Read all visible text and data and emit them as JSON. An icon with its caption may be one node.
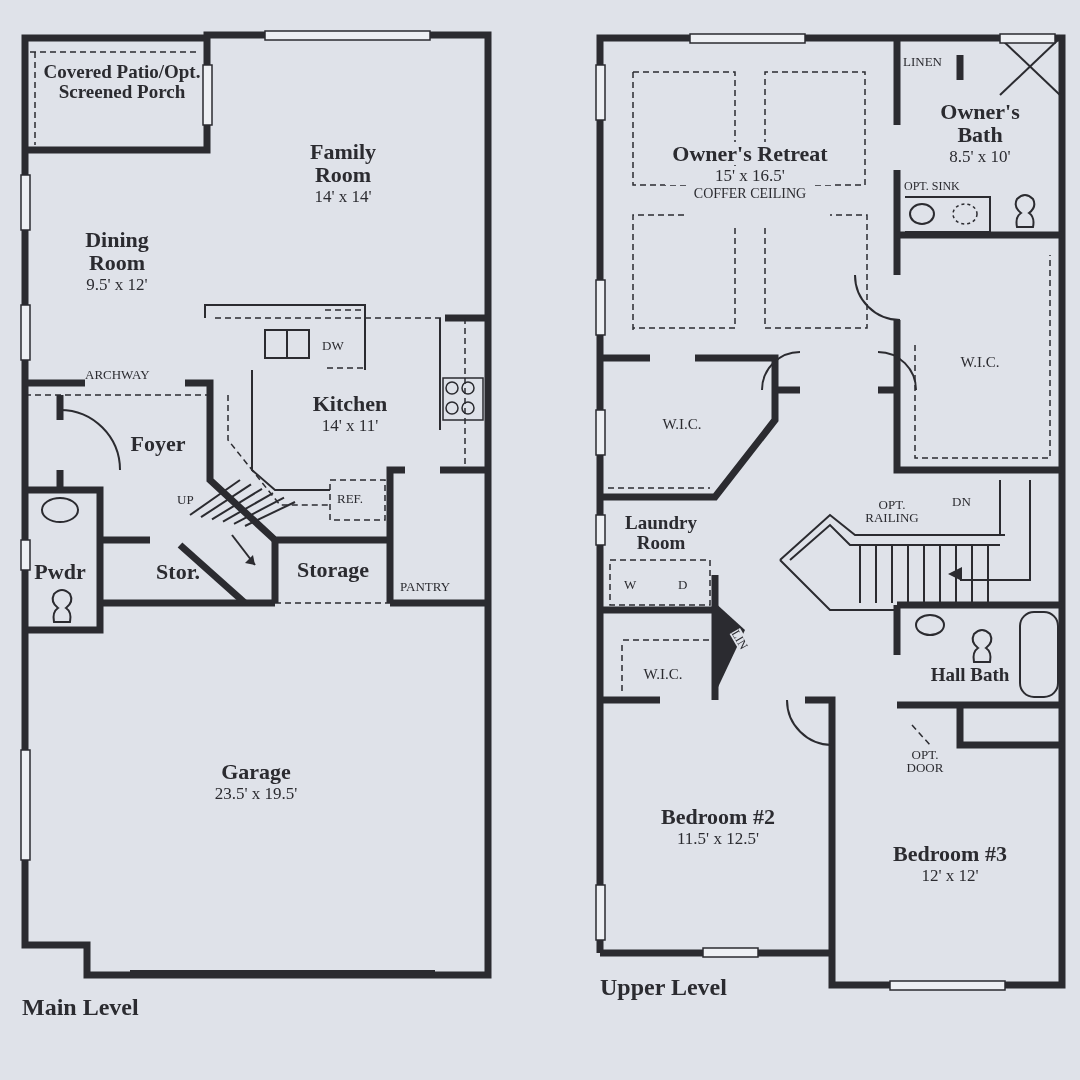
{
  "diagram": {
    "nodes": [
      {
        "text": [
          "Covered Patio/Opt. Screened Porch"
        ]
      },
      {
        "text": [
          "Family Room",
          "14' x 14'"
        ]
      },
      {
        "text": [
          "Dining Room",
          "9.5' x 12'"
        ]
      },
      {
        "text": [
          "Kitchen",
          "14' x 11'"
        ]
      },
      {
        "text": [
          "Foyer"
        ]
      },
      {
        "text": [
          "Pwdr"
        ]
      },
      {
        "text": [
          "Stor."
        ]
      },
      {
        "text": [
          "Storage"
        ]
      },
      {
        "text": [
          "Garage",
          "23.5' x 19.5'"
        ]
      },
      {
        "text": [
          "Owner's Retreat",
          "15' x 16.5'",
          "COFFER CEILING"
        ]
      },
      {
        "text": [
          "Owner's Bath",
          "8.5' x 10'"
        ]
      },
      {
        "text": [
          "W.I.C."
        ]
      },
      {
        "text": [
          "W.I.C."
        ]
      },
      {
        "text": [
          "Laundry Room"
        ]
      },
      {
        "text": [
          "W.I.C."
        ]
      },
      {
        "text": [
          "Hall Bath"
        ]
      },
      {
        "text": [
          "Bedroom #2",
          "11.5' x 12.5'"
        ]
      },
      {
        "text": [
          "Bedroom #3",
          "12' x 12'"
        ]
      }
    ],
    "labels": [
      "DW",
      "ARCHWAY",
      "UP",
      "REF.",
      "PANTRY",
      "Main Level",
      "LINEN",
      "OPT. SINK",
      "OPT. RAILING",
      "DN",
      "W",
      "D",
      "LIN",
      "OPT. DOOR",
      "Upper Level"
    ]
  }
}
